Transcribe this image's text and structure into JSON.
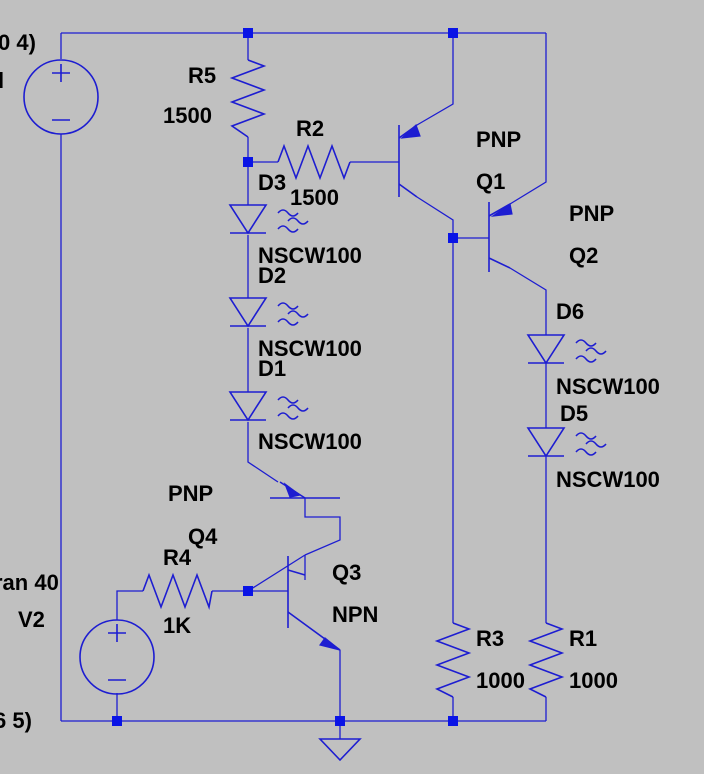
{
  "colors": {
    "background": "#c0c0c0",
    "wire": "#1d1dd1",
    "junction": "#0a14e6",
    "text": "#000000"
  },
  "components": {
    "v1": {
      "value_top": "0 4)",
      "value_bottom": "l"
    },
    "v2": {
      "line1": "ran 40",
      "name": "V2",
      "line3": "6 5)"
    },
    "r5": {
      "name": "R5",
      "value": "1500"
    },
    "r2": {
      "name": "R2",
      "value": "1500"
    },
    "r4": {
      "name": "R4",
      "value": "1K"
    },
    "r3": {
      "name": "R3",
      "value": "1000"
    },
    "r1": {
      "name": "R1",
      "value": "1000"
    },
    "d1": {
      "name": "D1",
      "model": "NSCW100"
    },
    "d2": {
      "name": "D2",
      "model": "NSCW100"
    },
    "d3": {
      "name": "D3",
      "model": "NSCW100"
    },
    "d5": {
      "name": "D5",
      "model": "NSCW100"
    },
    "d6": {
      "name": "D6",
      "model": "NSCW100"
    },
    "q1": {
      "name": "Q1",
      "type": "PNP"
    },
    "q2": {
      "name": "Q2",
      "type": "PNP"
    },
    "q3": {
      "name": "Q3",
      "type": "NPN"
    },
    "q4": {
      "name": "Q4",
      "type": "PNP"
    }
  }
}
